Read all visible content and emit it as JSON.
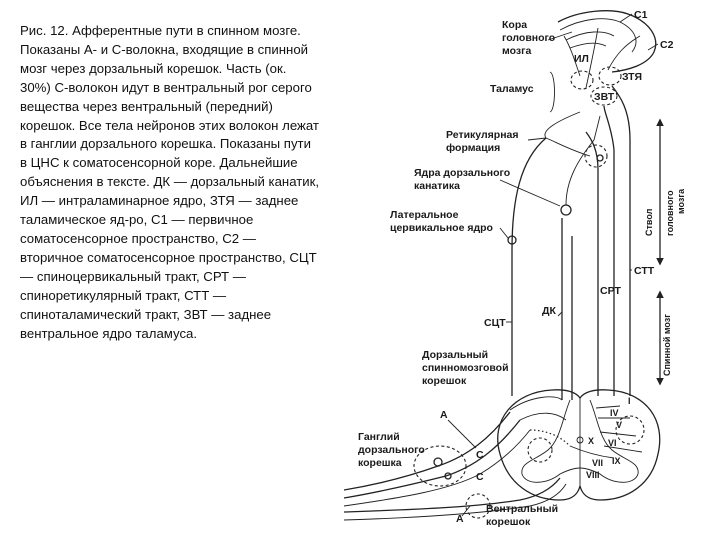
{
  "caption": "Рис. 12. Афферентные пути в спинном мозге. Показаны А- и С-волокна, входящие в спинной мозг через дорзальный корешок. Часть (ок. 30%) С-волокон идут в вентральный рог серого вещества через вентральный (передний) корешок. Все тела нейронов этих волокон лежат в ганглии дорзального корешка. Показаны пути в ЦНС к соматосенсорной коре. Дальнейшие объяснения в тексте. ДК — дорзальный канатик, ИЛ — интраламинарное ядро, ЗТЯ — заднее таламическое яд-ро, С1 — первичное соматосенсорное пространство, С2 — вторичное соматосенсорное пространство, СЦТ — спиноцервикальный тракт, СРТ — спиноретикулярный тракт, СТТ — спиноталамический тракт, ЗВТ — заднее вентральное ядро таламуса.",
  "diagram": {
    "cortex_label_1": "Кора",
    "cortex_label_2": "головного",
    "cortex_label_3": "мозга",
    "c1": "С1",
    "c2": "С2",
    "il": "ИЛ",
    "thalamus": "Таламус",
    "ztya": "ЗТЯ",
    "zvt": "ЗВТ",
    "reticular_1": "Ретикулярная",
    "reticular_2": "формация",
    "dc_nucleus_1": "Ядра дорзального",
    "dc_nucleus_2": "канатика",
    "lat_cerv_1": "Латеральное",
    "lat_cerv_2": "цервикальное ядро",
    "brainstem_1": "Ствол",
    "brainstem_2": "головного",
    "brainstem_3": "мозга",
    "stt": "СТТ",
    "srt": "СРТ",
    "dk": "ДК",
    "sct": "СЦТ",
    "spinal_cord": "Спинной мозг",
    "dsc_root_1": "Дорзальный",
    "dsc_root_2": "спинномозговой",
    "dsc_root_3": "корешок",
    "ganglion_1": "Ганглий",
    "ganglion_2": "дорзального",
    "ganglion_3": "корешка",
    "ventral_root_1": "Вентральный",
    "ventral_root_2": "корешок",
    "fiber_a": "А",
    "fiber_c": "С",
    "lamina_i": "I",
    "lamina_iv": "IV",
    "lamina_v": "V",
    "lamina_vii": "VII",
    "lamina_viii": "VIII",
    "lamina_ix": "IX",
    "lamina_x": "X",
    "lamina_vi": "VI"
  }
}
